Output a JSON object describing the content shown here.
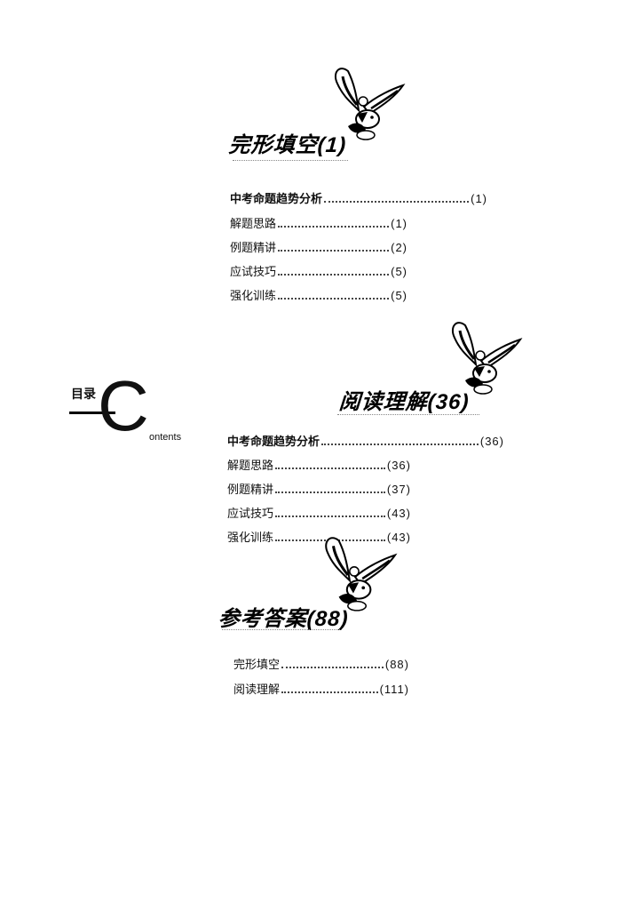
{
  "logo": {
    "mulu": "目录",
    "big_letter": "C",
    "rest": "ontents"
  },
  "sections": [
    {
      "title": "完形填空(1)",
      "entries": [
        {
          "label": "中考命题趋势分析",
          "page": "(1)"
        },
        {
          "label": "解题思路",
          "page": "(1)"
        },
        {
          "label": "例题精讲",
          "page": "(2)"
        },
        {
          "label": "应试技巧",
          "page": "(5)"
        },
        {
          "label": "强化训练",
          "page": "(5)"
        }
      ]
    },
    {
      "title": "阅读理解(36)",
      "entries": [
        {
          "label": "中考命题趋势分析",
          "page": "(36)"
        },
        {
          "label": "解题思路",
          "page": "(36)"
        },
        {
          "label": "例题精讲",
          "page": "(37)"
        },
        {
          "label": "应试技巧",
          "page": "(43)"
        },
        {
          "label": "强化训练",
          "page": "(43)"
        }
      ]
    },
    {
      "title": "参考答案(88)",
      "entries": [
        {
          "label": "完形填空",
          "page": "(88)"
        },
        {
          "label": "阅读理解",
          "page": "(111)"
        }
      ]
    }
  ]
}
